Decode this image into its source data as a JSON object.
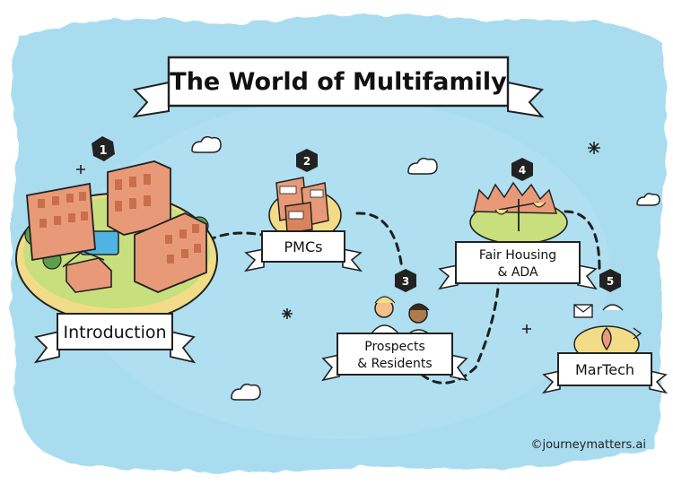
{
  "title": "The World of Multifamily",
  "stations": [
    {
      "number": "1",
      "label": "Introduction"
    },
    {
      "number": "2",
      "label": "PMCs"
    },
    {
      "number": "3",
      "label_line1": "Prospects",
      "label_line2": "& Residents"
    },
    {
      "number": "4",
      "label_line1": "Fair Housing",
      "label_line2": "& ADA"
    },
    {
      "number": "5",
      "label": "MarTech"
    }
  ],
  "copyright": "©journeymatters.ai",
  "colors": {
    "sky": "#a9dcef",
    "sky_dark": "#8fd0ea",
    "brick": "#e89a78",
    "brick_dark": "#c96e4c",
    "grass": "#c8df7e",
    "sand": "#f3dc88",
    "ink": "#222222"
  }
}
